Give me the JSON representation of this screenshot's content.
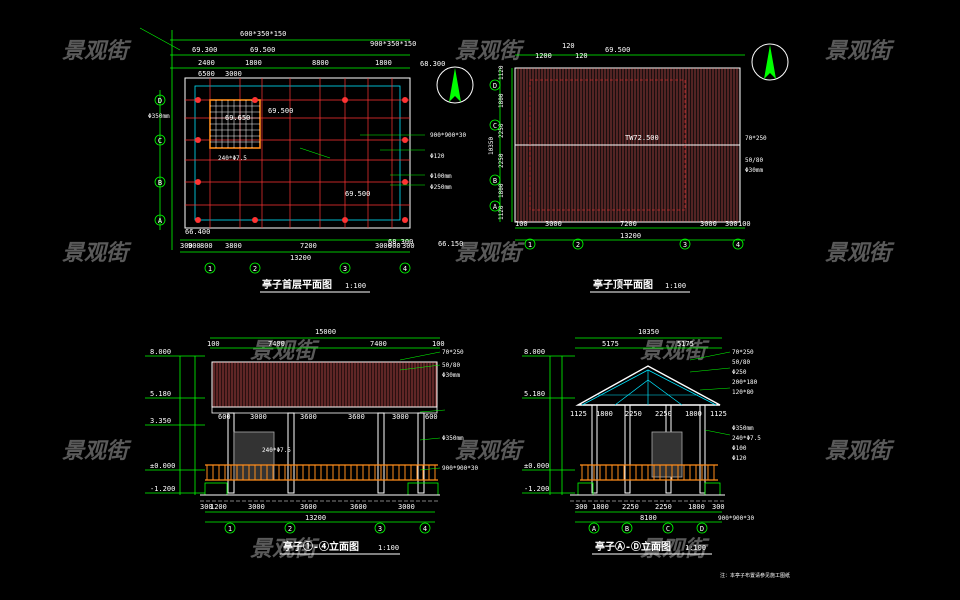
{
  "watermark": "景观街",
  "colors": {
    "background": "#000000",
    "dimension": "#00ff00",
    "grid": "#ff3333",
    "outline": "#ffffff",
    "title": "#ffffff",
    "cyan": "#00e5ff",
    "yellow": "#ffff00",
    "wood": "#ff8c1a",
    "watermark": "#5a5a5a"
  },
  "plan_ground": {
    "title": "亭子首层平面图",
    "scale": "1:100",
    "dims_top": [
      "600*350*150",
      "69.300",
      "69.500",
      "8800",
      "1800",
      "1800",
      "2400",
      "6500",
      "3000",
      "900*350*150"
    ],
    "dims_bottom": [
      "300",
      "900",
      "800",
      "3800",
      "7200",
      "3000",
      "900",
      "300"
    ],
    "total": "13200",
    "axes_bottom": [
      "1",
      "2",
      "3",
      "4"
    ],
    "axes_left": [
      "D",
      "C",
      "B",
      "A"
    ],
    "elevations": [
      "69.650",
      "69.500",
      "69.500",
      "68.300",
      "66.400",
      "66.150",
      "68.300"
    ],
    "notes": [
      "Φ350mm",
      "900*900*30",
      "240*Φ7.5",
      "Φ100mm",
      "Φ250mm",
      "Φ120"
    ]
  },
  "plan_roof": {
    "title": "亭子顶平面图",
    "scale": "1:100",
    "dims_top": [
      "120",
      "1200",
      "120",
      "69.500"
    ],
    "dims_bottom": [
      "100",
      "3000",
      "7200",
      "3000",
      "300",
      "100"
    ],
    "total": "13200",
    "side_dims": [
      "1120",
      "1800",
      "2250",
      "2250",
      "1800",
      "1120"
    ],
    "depth": "10350",
    "ridge": "TW72.500",
    "notes": [
      "70*250",
      "50/80",
      "Φ30mm"
    ],
    "axes_bottom": [
      "1",
      "2",
      "3",
      "4"
    ],
    "axes_left": [
      "D",
      "C",
      "B",
      "A"
    ]
  },
  "elev_front": {
    "title": "亭子①-④立面图",
    "scale": "1:100",
    "total_top": "15000",
    "top_dims": [
      "100",
      "7400",
      "7400",
      "100"
    ],
    "levels": [
      "8.000",
      "5.180",
      "3.350",
      "±0.000",
      "-1.200"
    ],
    "bay_dims": [
      "600",
      "3000",
      "3600",
      "3600",
      "3000",
      "600"
    ],
    "bottom_dims": [
      "300",
      "1200",
      "3000",
      "3600",
      "3600",
      "3000"
    ],
    "total": "13200",
    "axes_bottom": [
      "1",
      "2",
      "3",
      "4"
    ],
    "notes": [
      "70*250",
      "50/80",
      "Φ30mm",
      "Φ350mm",
      "900*900*30",
      "240*Φ7.5"
    ]
  },
  "elev_side": {
    "title": "亭子Ⓐ-Ⓓ立面图",
    "scale": "1:100",
    "total_top": "10350",
    "top_dims": [
      "5175",
      "5175"
    ],
    "levels": [
      "8.000",
      "5.180",
      "±0.000",
      "-1.200"
    ],
    "bay_dims": [
      "1125",
      "1800",
      "2250",
      "2250",
      "1800",
      "1125"
    ],
    "bottom_dims": [
      "300",
      "1800",
      "2250",
      "2250",
      "1800",
      "300"
    ],
    "total": "8100",
    "axes_bottom": [
      "A",
      "B",
      "C",
      "D"
    ],
    "notes": [
      "70*250",
      "50/80",
      "Φ250",
      "200*180",
      "120*80",
      "Φ350mm",
      "900*900*30",
      "240*Φ7.5",
      "Φ100",
      "Φ120"
    ],
    "footnote": "注：本亭子布置请参见施工图纸"
  }
}
